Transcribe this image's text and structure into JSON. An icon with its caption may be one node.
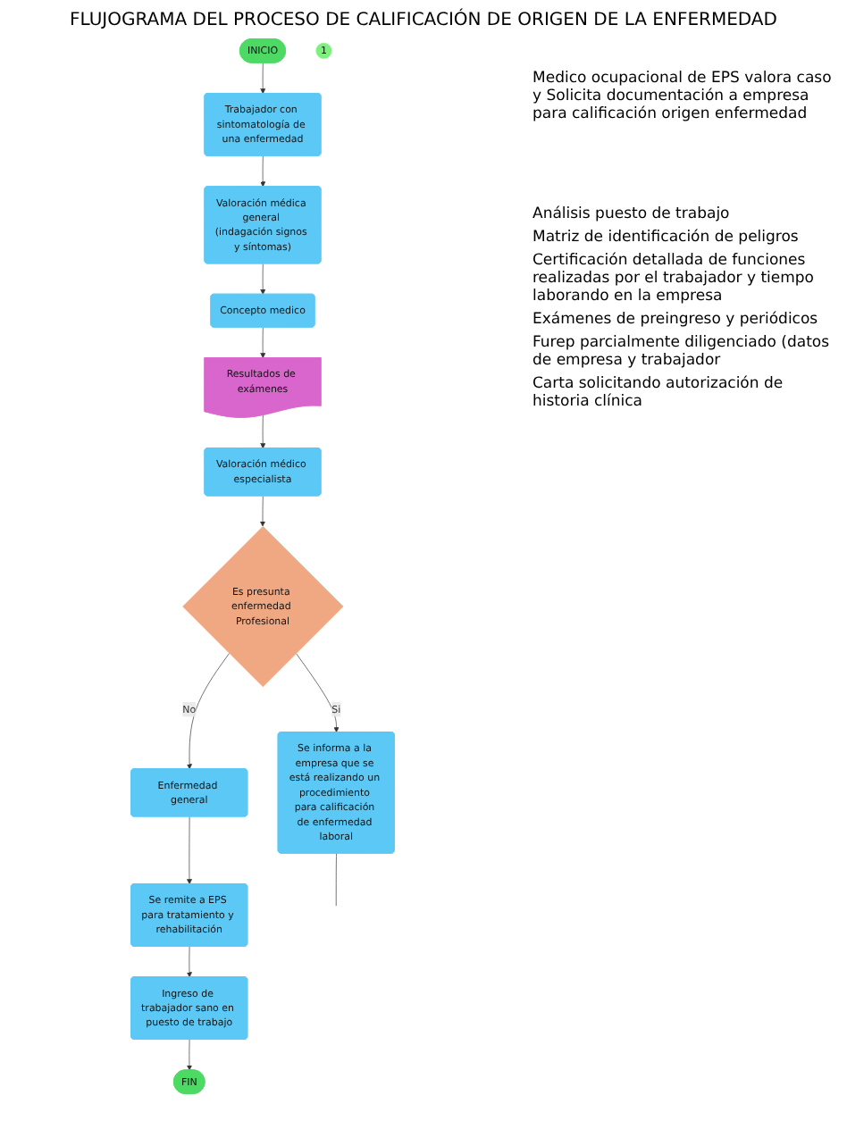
{
  "diagram": {
    "title": "FLUJOGRAMA DEL PROCESO DE CALIFICACIÓN DE ORIGEN DE LA ENFERMEDAD",
    "nodes": [
      {
        "text": [
          "INICIO"
        ]
      },
      {
        "text": [
          "Trabajador con sintomatología de una enfermedad"
        ]
      },
      {
        "text": [
          "Valoración médica general (indagación signos y síntomas)"
        ]
      },
      {
        "text": [
          "Concepto medico"
        ]
      },
      {
        "text": [
          "Resultados de exámenes"
        ]
      },
      {
        "text": [
          "Valoración médico especialista"
        ]
      },
      {
        "text": [
          "Es presunta enfermedad Profesional"
        ]
      },
      {
        "text": [
          "1"
        ]
      },
      {
        "text": [
          "Enfermedad general"
        ]
      },
      {
        "text": [
          "Se remite a EPS para tratamiento y rehabilitación"
        ]
      },
      {
        "text": [
          "Ingreso de trabajador sano en puesto de trabajo"
        ]
      },
      {
        "text": [
          "FIN"
        ]
      },
      {
        "text": [
          "Se informa a la empresa que se está realizando un procedimiento para calificación de enfermedad laboral"
        ]
      }
    ],
    "edges": [
      {
        "from": 0,
        "to": 1,
        "arrow": "to"
      },
      {
        "from": 1,
        "to": 2,
        "arrow": "to"
      },
      {
        "from": 2,
        "to": 3,
        "arrow": "to"
      },
      {
        "from": 3,
        "to": 4,
        "arrow": "to"
      },
      {
        "from": 4,
        "to": 5,
        "arrow": "to"
      },
      {
        "from": 5,
        "to": 6,
        "arrow": "to"
      },
      {
        "from": 6,
        "to": 8,
        "arrow": "to",
        "label": "No"
      },
      {
        "from": 8,
        "to": 9,
        "arrow": "to"
      },
      {
        "from": 9,
        "to": 10,
        "arrow": "to"
      },
      {
        "from": 10,
        "to": 11,
        "arrow": "to"
      },
      {
        "from": 6,
        "to": 12,
        "arrow": "to",
        "label": "Si"
      },
      {
        "from": 12,
        "to": null,
        "arrow": "none"
      }
    ],
    "labels": [
      "Medico ocupacional de EPS valora caso y Solicita documentación a empresa para calificación origen enfermedad",
      "Análisis puesto de trabajo",
      "Matriz de identificación de peligros",
      "Certificación detallada de funciones realizadas por el trabajador y tiempo laborando en la empresa",
      "Exámenes de preingreso y periódicos",
      "Furep parcialmente diligenciado (datos de empresa y trabajador",
      "Carta solicitando autorización de historia clínica"
    ]
  }
}
